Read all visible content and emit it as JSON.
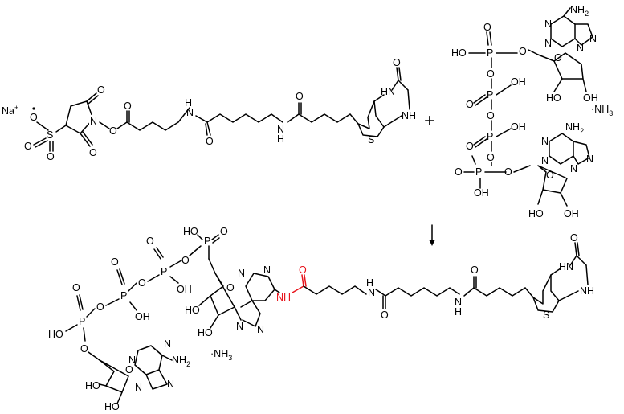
{
  "reactant_1": {
    "counter_ion": "Na",
    "counter_ion_charge": "+",
    "oxygen": "O",
    "sulfur": "S",
    "nitrogen": "N",
    "sulfur_ring": "S",
    "amide_n": "N",
    "amide_h": "H"
  },
  "operator": "+",
  "reactant_2": {
    "phosphorus": "P",
    "hydroxyl": "HO",
    "hydroxyl_right": "OH",
    "ring_o": "O",
    "amine": "NH",
    "amine_sub": "2",
    "purine_n": "N",
    "salt": "·NH",
    "salt_sub": "3"
  },
  "arrow": "↓",
  "product": {
    "red_nh": "NH",
    "red_o": "O",
    "salt": "·NH",
    "salt_sub": "3",
    "amine": "NH",
    "amine_sub": "2"
  },
  "colors": {
    "highlight": "#e8141c",
    "ink": "#000000"
  }
}
